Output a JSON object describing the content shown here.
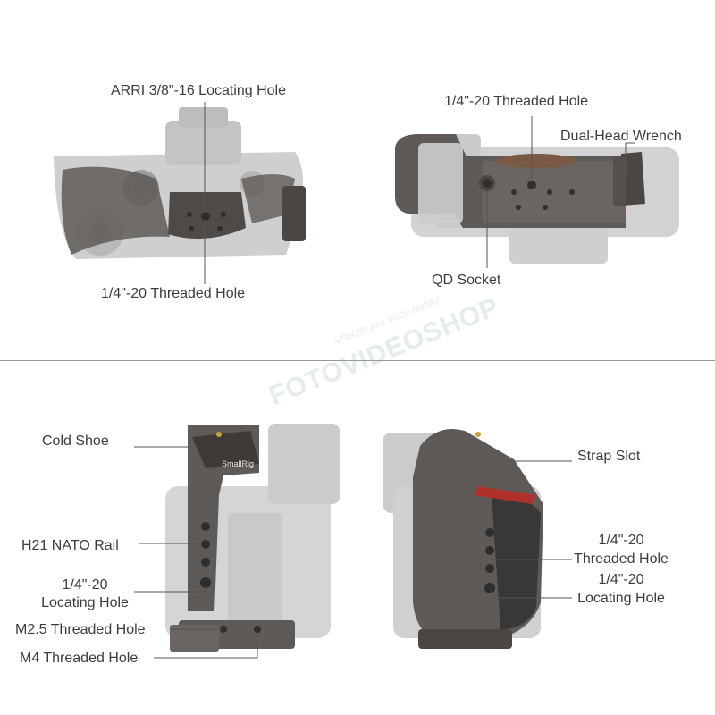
{
  "panels": {
    "top_left": {
      "label_top": "ARRI 3/8\"-16 Locating Hole",
      "label_bottom": "1/4\"-20 Threaded Hole"
    },
    "top_right": {
      "label_threaded": "1/4\"-20 Threaded Hole",
      "label_wrench": "Dual-Head Wrench",
      "label_qd": "QD Socket"
    },
    "bottom_left": {
      "label_cold_shoe": "Cold Shoe",
      "label_nato": "H21 NATO Rail",
      "label_locating_1": "1/4\"-20",
      "label_locating_2": "Locating Hole",
      "label_m25": "M2.5 Threaded Hole",
      "label_m4": "M4 Threaded Hole",
      "brand": "SmallRig"
    },
    "bottom_right": {
      "label_strap": "Strap Slot",
      "label_threaded_1": "1/4\"-20",
      "label_threaded_2": "Threaded Hole",
      "label_locating_1": "1/4\"-20",
      "label_locating_2": "Locating Hole"
    }
  },
  "watermark": {
    "main": "FOTOVIDEOSHOP",
    "sub": "Všecko pro Vaše hobby"
  },
  "colors": {
    "divider": "#9a9a9a",
    "text": "#3c3c3c",
    "cage_metal": "#5e5a57",
    "camera_body": "#c9c9c9",
    "accent_red": "#b0302c"
  }
}
